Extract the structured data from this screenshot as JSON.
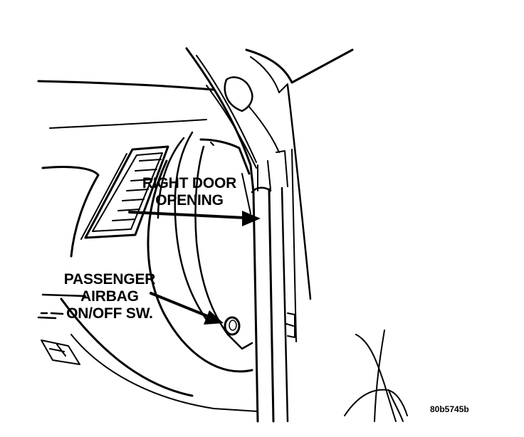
{
  "labels": {
    "right_door_opening": [
      "RIGHT DOOR",
      "OPENING"
    ],
    "passenger_airbag_switch": [
      "PASSENGER",
      "AIRBAG",
      "ON/OFF SW."
    ]
  },
  "figure_code": "80b5745b",
  "colors": {
    "ink": "#000000",
    "paper": "#ffffff"
  }
}
